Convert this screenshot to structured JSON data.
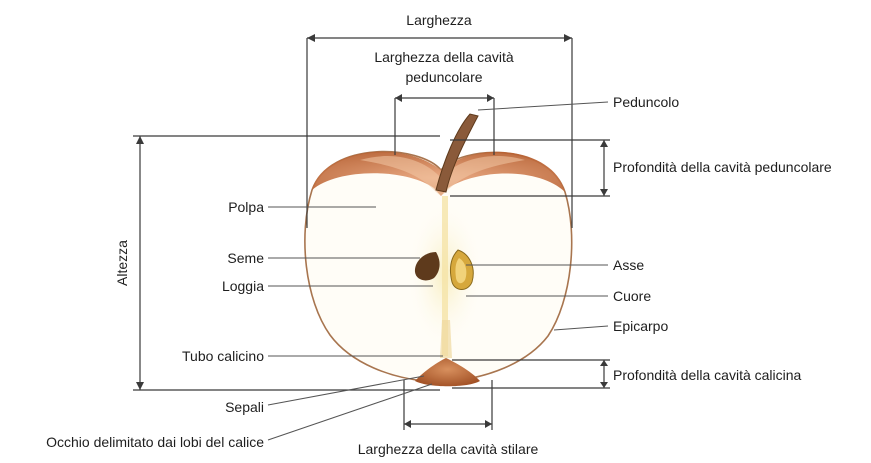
{
  "diagram": {
    "dimensions": {
      "larghezza": "Larghezza",
      "larghezza_cavita_peduncolare_line1": "Larghezza della cavità",
      "larghezza_cavita_peduncolare_line2": "peduncolare",
      "altezza": "Altezza",
      "profondita_cavita_peduncolare": "Profondità della cavità peduncolare",
      "profondita_cavita_calicina": "Profondità della cavità calicina",
      "larghezza_cavita_stilare": "Larghezza della cavità stilare"
    },
    "labels_left": {
      "polpa": "Polpa",
      "seme": "Seme",
      "loggia": "Loggia",
      "tubo_calicino": "Tubo calicino",
      "sepali": "Sepali",
      "occhio": "Occhio delimitato dai lobi del calice"
    },
    "labels_right": {
      "peduncolo": "Peduncolo",
      "asse": "Asse",
      "cuore": "Cuore",
      "epicarpo": "Epicarpo"
    },
    "colors": {
      "skin": "#b07a56",
      "cavity": "#c4703c",
      "seed": "#5e3a1c",
      "flesh": "#fffdf7",
      "core": "#f6e9b8"
    }
  }
}
